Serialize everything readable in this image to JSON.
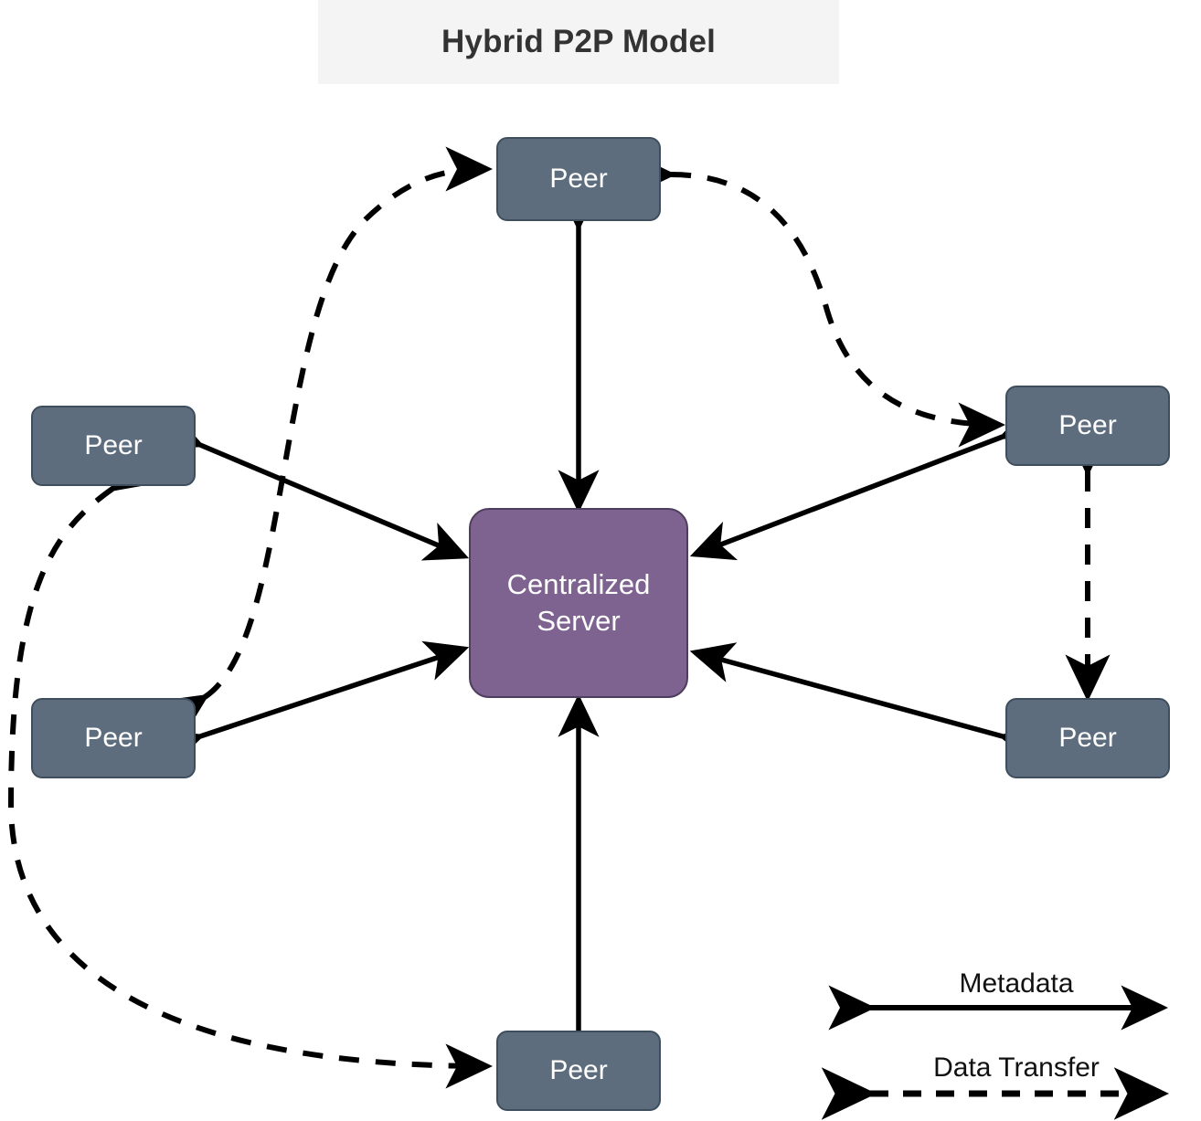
{
  "title": "Hybrid P2P Model",
  "colors": {
    "background": "#ffffff",
    "title_band": "#f4f4f4",
    "title_text": "#333333",
    "peer_fill": "#5d6d7e",
    "peer_border": "#3f4e5c",
    "server_fill": "#7e6390",
    "server_border": "#4e3d5c",
    "node_text": "#ffffff",
    "edge": "#000000"
  },
  "nodes": {
    "server": {
      "label": "Centralized Server",
      "line1": "Centralized",
      "line2": "Server"
    },
    "peers": [
      {
        "id": "peer-top",
        "label": "Peer"
      },
      {
        "id": "peer-left-upper",
        "label": "Peer"
      },
      {
        "id": "peer-left-lower",
        "label": "Peer"
      },
      {
        "id": "peer-right-upper",
        "label": "Peer"
      },
      {
        "id": "peer-right-lower",
        "label": "Peer"
      },
      {
        "id": "peer-bottom",
        "label": "Peer"
      }
    ]
  },
  "legend": {
    "metadata_label": "Metadata",
    "data_transfer_label": "Data Transfer"
  },
  "edges": {
    "metadata_style": "solid",
    "data_transfer_style": "dashed",
    "metadata_links": [
      "peer-top <-> server",
      "peer-left-upper <-> server",
      "peer-left-lower <-> server",
      "peer-right-upper <-> server",
      "peer-right-lower <-> server",
      "peer-bottom <-> server"
    ],
    "data_transfer_links": [
      "peer-left-lower <-> peer-top",
      "peer-top <-> peer-right-upper",
      "peer-right-upper <-> peer-right-lower",
      "peer-left-upper <-> peer-bottom"
    ]
  }
}
